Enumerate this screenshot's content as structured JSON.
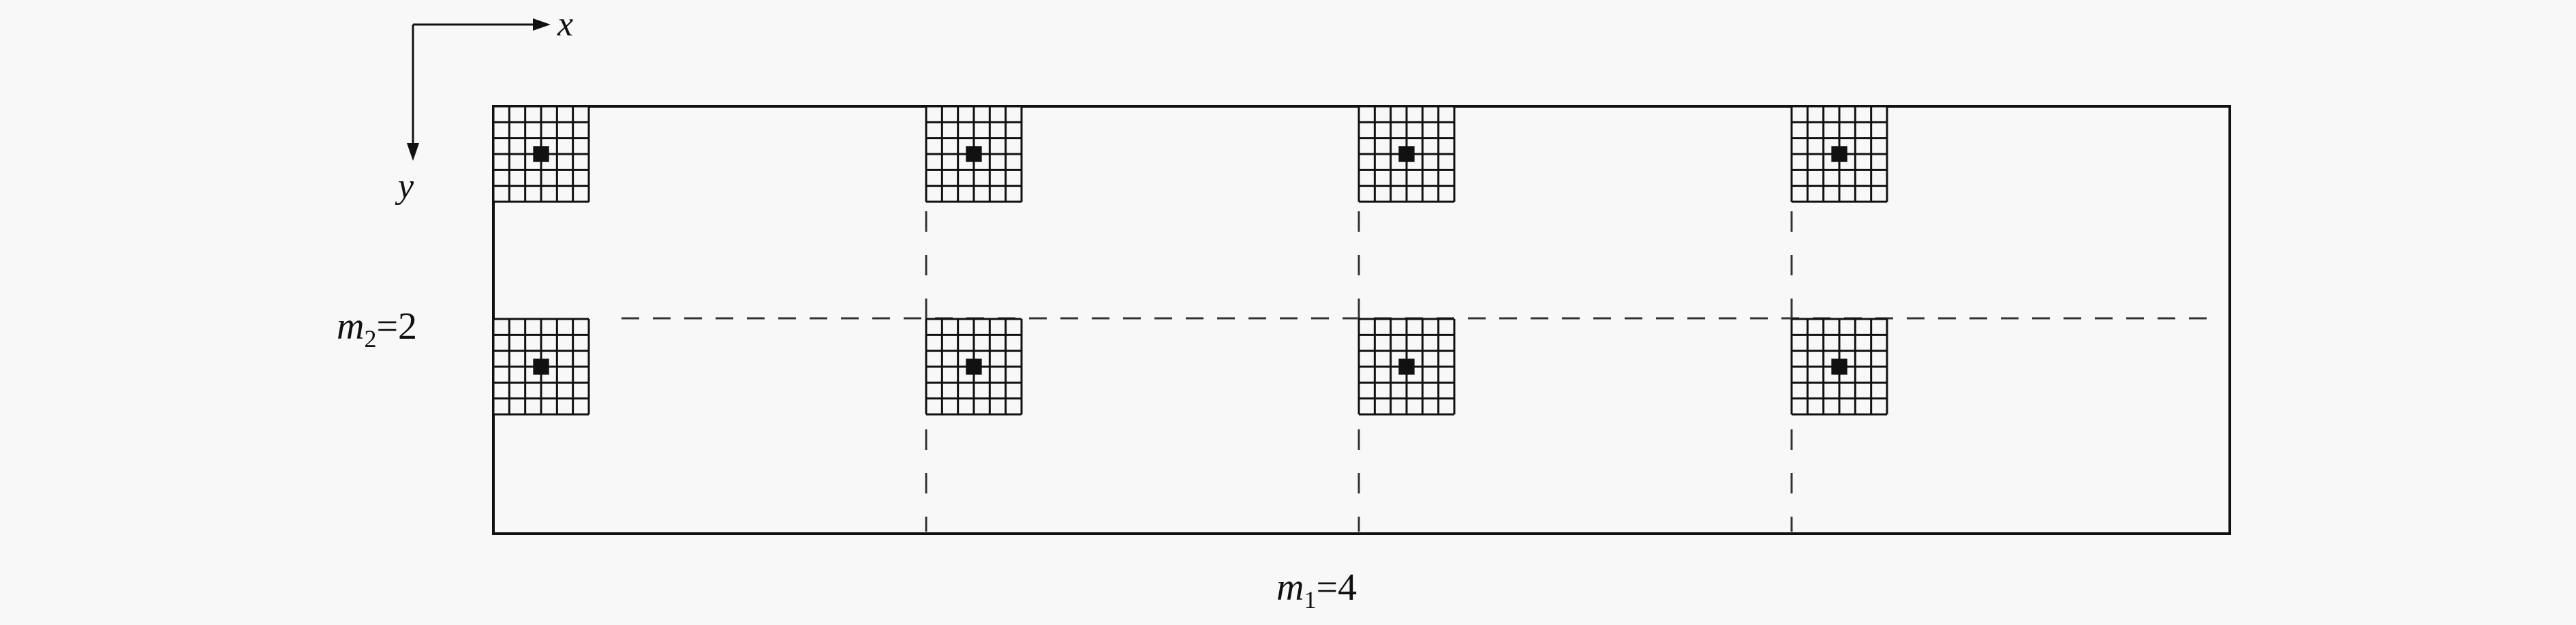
{
  "axes": {
    "x_label": "x",
    "y_label": "y"
  },
  "labels": {
    "m2_var": "m",
    "m2_sub": "2",
    "m2_value": "=2",
    "m1_var": "m",
    "m1_sub": "1",
    "m1_value": "=4"
  },
  "diagram": {
    "columns": 4,
    "rows": 2,
    "grid_lines_per_block": 7,
    "colors": {
      "stroke": "#111111",
      "dash": "#333333",
      "background": "#f8f8f8"
    }
  }
}
